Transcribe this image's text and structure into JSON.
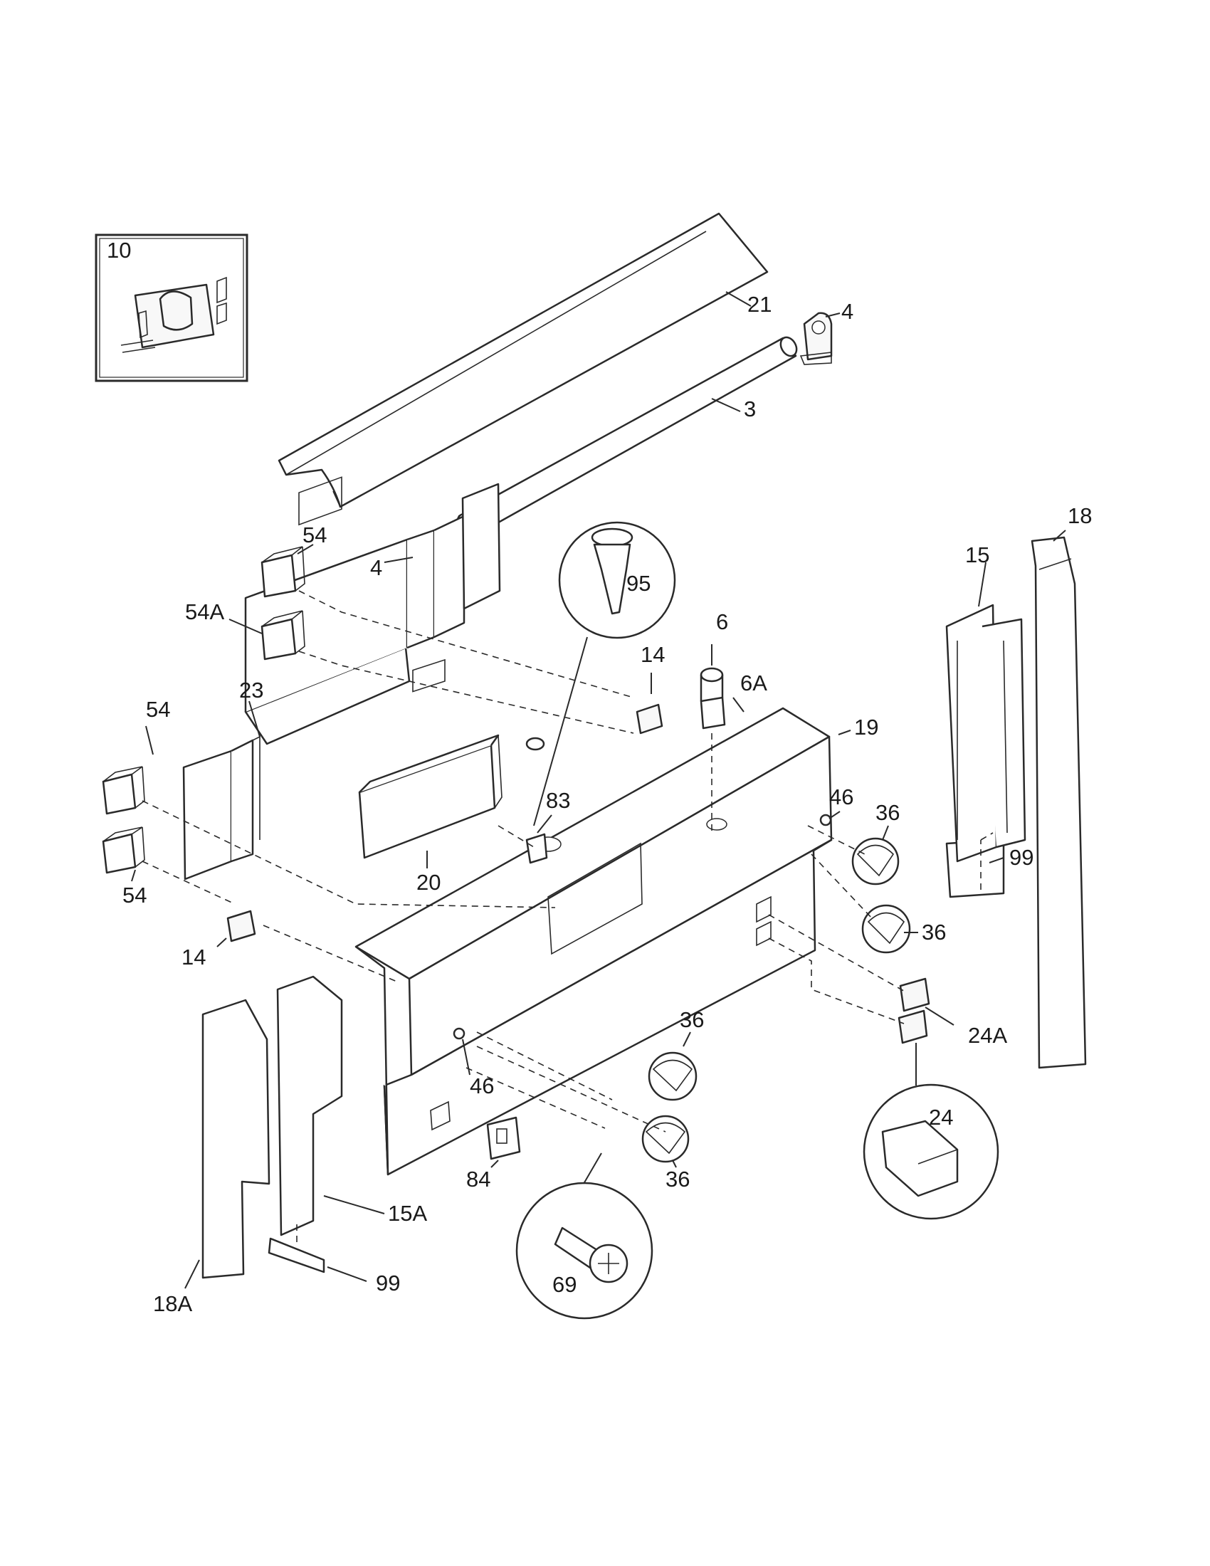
{
  "diagram": {
    "callouts": [
      {
        "id": "c10",
        "text": "10"
      },
      {
        "id": "c21",
        "text": "21"
      },
      {
        "id": "c4a",
        "text": "4"
      },
      {
        "id": "c3",
        "text": "3"
      },
      {
        "id": "c4b",
        "text": "4"
      },
      {
        "id": "c54a",
        "text": "54"
      },
      {
        "id": "c54A",
        "text": "54A"
      },
      {
        "id": "c23",
        "text": "23"
      },
      {
        "id": "c54b",
        "text": "54"
      },
      {
        "id": "c54c",
        "text": "54"
      },
      {
        "id": "c95",
        "text": "95"
      },
      {
        "id": "c6",
        "text": "6"
      },
      {
        "id": "c6A",
        "text": "6A"
      },
      {
        "id": "c14a",
        "text": "14"
      },
      {
        "id": "c83",
        "text": "83"
      },
      {
        "id": "c20",
        "text": "20"
      },
      {
        "id": "c14b",
        "text": "14"
      },
      {
        "id": "c19",
        "text": "19"
      },
      {
        "id": "c46a",
        "text": "46"
      },
      {
        "id": "c36a",
        "text": "36"
      },
      {
        "id": "c36b",
        "text": "36"
      },
      {
        "id": "c15",
        "text": "15"
      },
      {
        "id": "c18",
        "text": "18"
      },
      {
        "id": "c99a",
        "text": "99"
      },
      {
        "id": "c24A",
        "text": "24A"
      },
      {
        "id": "c24",
        "text": "24"
      },
      {
        "id": "c36c",
        "text": "36"
      },
      {
        "id": "c46b",
        "text": "46"
      },
      {
        "id": "c36d",
        "text": "36"
      },
      {
        "id": "c84",
        "text": "84"
      },
      {
        "id": "c69",
        "text": "69"
      },
      {
        "id": "c15A",
        "text": "15A"
      },
      {
        "id": "c99b",
        "text": "99"
      },
      {
        "id": "c18A",
        "text": "18A"
      }
    ]
  }
}
